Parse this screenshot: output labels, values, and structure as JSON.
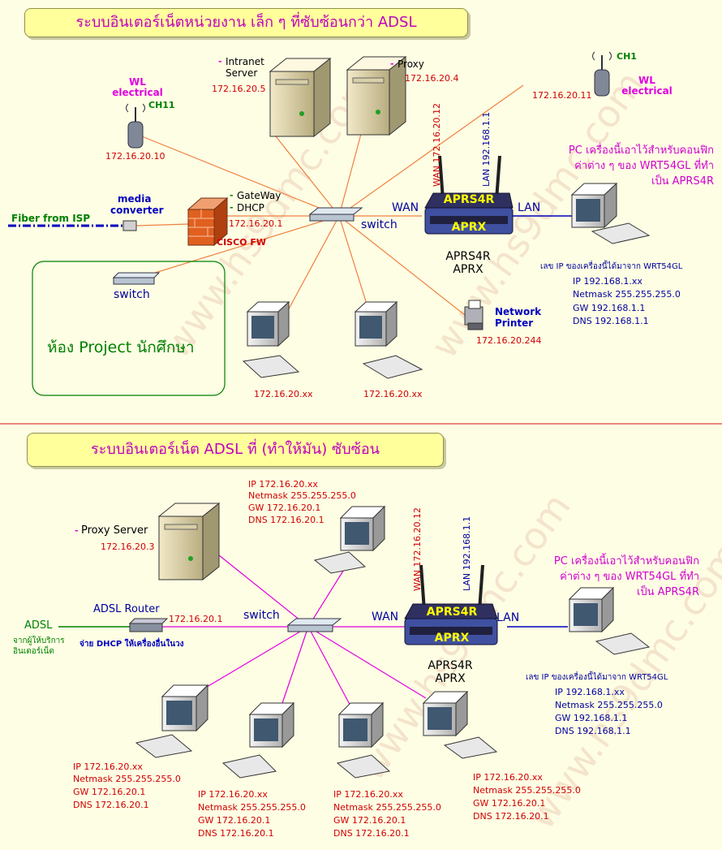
{
  "watermark": "www.hs9dmc.com",
  "top": {
    "title": "ระบบอินเตอร์เน็ตหน่วยงาน เล็ก ๆ ที่ซับซ้อนกว่า ADSL",
    "wl_left": {
      "name_l1": "WL",
      "name_l2": "electrical",
      "channel": "CH11",
      "ip": "172.16.20.10"
    },
    "wl_right": {
      "name_l1": "WL",
      "name_l2": "electrical",
      "channel": "CH1",
      "ip": "172.16.20.11"
    },
    "intranet": {
      "dash": "-",
      "name_l1": "Intranet",
      "name_l2": "Server",
      "ip": "172.16.20.5"
    },
    "proxy": {
      "dash": "-",
      "name": "Proxy",
      "ip": "172.16.20.4"
    },
    "firewall": {
      "gw_dash": "-",
      "gateway": "GateWay",
      "dhcp_dash": "-",
      "dhcp": "DHCP",
      "ip": "172.16.20.1",
      "label": "CISCO FW"
    },
    "fiber": "Fiber from ISP",
    "media_converter_l1": "media",
    "media_converter_l2": "converter",
    "switch_label": "switch",
    "wan_ip": "WAN 172.16.20.12",
    "lan_ip": "LAN 192.168.1.1",
    "wan": "WAN",
    "lan": "LAN",
    "router_badge_1": "APRS4R",
    "router_badge_2": "APRX",
    "router_caption_1": "APRS4R",
    "router_caption_2": "APRX",
    "pc_note_l1": "PC เครื่องนี้เอาไว้สำหรับคอนฟิก",
    "pc_note_l2": "ค่าต่าง ๆ ของ WRT54GL ที่ทำ",
    "pc_note_l3": "เป็น APRS4R",
    "pc_ip_note": "เลข IP ของเครื่องนี้ได้มาจาก WRT54GL",
    "pc_ip": "IP 192.168.1.xx",
    "pc_mask": "Netmask 255.255.255.0",
    "pc_gw": "GW 192.168.1.1",
    "pc_dns": "DNS 192.168.1.1",
    "room_switch": "switch",
    "room_label": "ห้อง Project นักศึกษา",
    "pc1_ip": "172.16.20.xx",
    "pc2_ip": "172.16.20.xx",
    "printer_l1": "Network",
    "printer_l2": "Printer",
    "printer_ip": "172.16.20.244"
  },
  "bottom": {
    "title": "ระบบอินเตอร์เน็ต ADSL ที่ (ทำให้มัน) ซับซ้อน",
    "proxy": {
      "dash": "-",
      "name": "Proxy Server",
      "ip": "172.16.20.3"
    },
    "top_pc": {
      "ip": "IP 172.16.20.xx",
      "mask": "Netmask 255.255.255.0",
      "gw": "GW 172.16.20.1",
      "dns": "DNS 172.16.20.1"
    },
    "adsl": "ADSL",
    "adsl_src_l1": "จากผู้ให้บริการ",
    "adsl_src_l2": "อินเตอร์เน็ต",
    "adsl_router": "ADSL Router",
    "adsl_router_ip": "172.16.20.1",
    "dhcp_note": "จ่าย DHCP ให้เครื่องอื่นในวง",
    "switch_label": "switch",
    "wan_ip": "WAN 172.16.20.12",
    "lan_ip": "LAN 192.168.1.1",
    "wan": "WAN",
    "lan": "LAN",
    "router_badge_1": "APRS4R",
    "router_badge_2": "APRX",
    "router_caption_1": "APRS4R",
    "router_caption_2": "APRX",
    "pc_note_l1": "PC เครื่องนี้เอาไว้สำหรับคอนฟิก",
    "pc_note_l2": "ค่าต่าง ๆ ของ WRT54GL ที่ทำ",
    "pc_note_l3": "เป็น APRS4R",
    "pc_ip_note": "เลข IP ของเครื่องนี้ได้มาจาก WRT54GL",
    "pc_ip": "IP 192.168.1.xx",
    "pc_mask": "Netmask 255.255.255.0",
    "pc_gw": "GW 192.168.1.1",
    "pc_dns": "DNS 192.168.1.1",
    "clients": [
      {
        "ip": "IP 172.16.20.xx",
        "mask": "Netmask 255.255.255.0",
        "gw": "GW 172.16.20.1",
        "dns": "DNS 172.16.20.1"
      },
      {
        "ip": "IP 172.16.20.xx",
        "mask": "Netmask 255.255.255.0",
        "gw": "GW 172.16.20.1",
        "dns": "DNS 172.16.20.1"
      },
      {
        "ip": "IP 172.16.20.xx",
        "mask": "Netmask 255.255.255.0",
        "gw": "GW 172.16.20.1",
        "dns": "DNS 172.16.20.1"
      },
      {
        "ip": "IP 172.16.20.xx",
        "mask": "Netmask 255.255.255.0",
        "gw": "GW 172.16.20.1",
        "dns": "DNS 172.16.20.1"
      }
    ]
  }
}
